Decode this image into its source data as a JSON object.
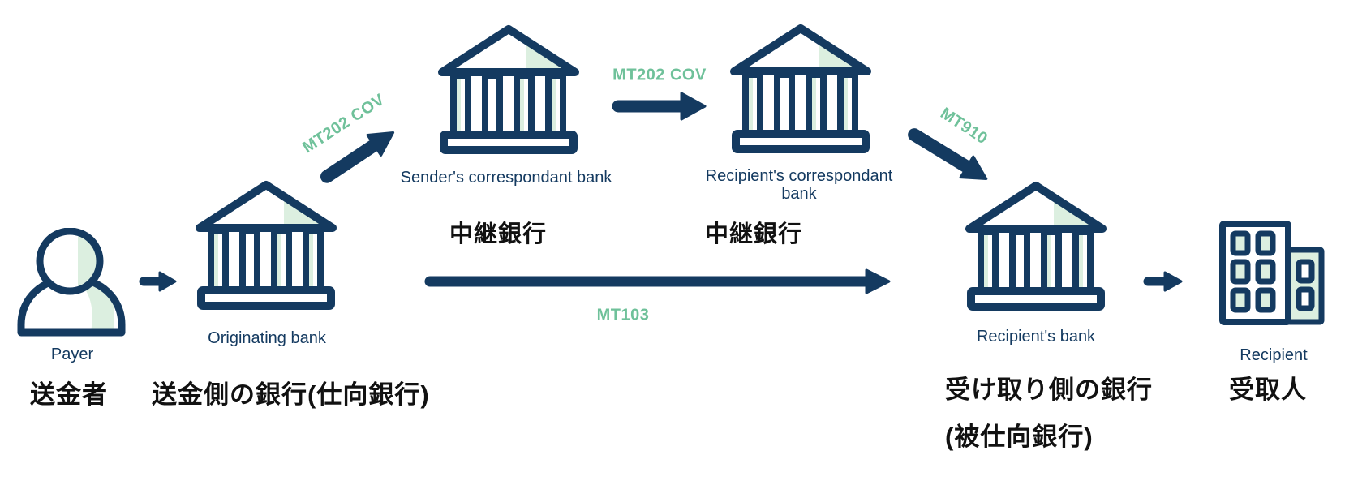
{
  "palette": {
    "navy": "#143a60",
    "green": "#6fc19a",
    "mint": "#dcefe0",
    "black": "#111111"
  },
  "nodes": {
    "payer": {
      "label_en": "Payer",
      "label_jp": "送金者"
    },
    "originating_bank": {
      "label_en": "Originating bank",
      "label_jp": "送金側の銀行(仕向銀行)"
    },
    "senders_correspondent_bank": {
      "label_en": "Sender's correspondant bank",
      "label_jp": "中継銀行"
    },
    "recipients_correspondent_bank": {
      "label_en": "Recipient's correspondant bank",
      "label_jp": "中継銀行"
    },
    "recipients_bank": {
      "label_en": "Recipient's bank",
      "label_jp_line1": "受け取り側の銀行",
      "label_jp_line2": "(被仕向銀行)"
    },
    "recipient": {
      "label_en": "Recipient",
      "label_jp": "受取人"
    }
  },
  "messages": {
    "mt202_cov_leg1": "MT202 COV",
    "mt202_cov_leg2": "MT202 COV",
    "mt910": "MT910",
    "mt103": "MT103"
  },
  "icons": {
    "payer": "person-icon",
    "bank": "bank-icon",
    "recipient": "office-building-icon",
    "arrows": "arrow-right-icon"
  }
}
